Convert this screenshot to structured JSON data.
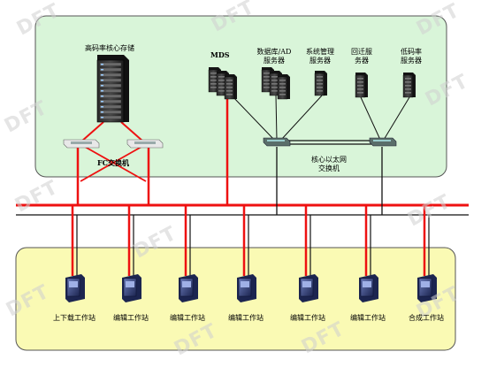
{
  "colors": {
    "top_panel": "#d9f5d9",
    "bottom_panel": "#fafab4",
    "fiber_line": "#ee1111",
    "ethernet_line": "#111111",
    "watermark": "#d0d0d0"
  },
  "watermark": "DFT",
  "core_storage": {
    "label": "高码率核心存储",
    "icon": "server-rack-icon"
  },
  "fc_switch": {
    "label": "FC交换机",
    "icon": "fc-switch-icon"
  },
  "servers": [
    {
      "label": "MDS"
    },
    {
      "label": "数据库/AD服务器"
    },
    {
      "label": "系统管理服务器"
    },
    {
      "label": "回迁服务器"
    },
    {
      "label": "低码率服务器"
    }
  ],
  "ethernet_switch": {
    "label": "核心以太网交换机"
  },
  "workstations": [
    {
      "label": "上下载工作站"
    },
    {
      "label": "编辑工作站"
    },
    {
      "label": "编辑工作站"
    },
    {
      "label": "编辑工作站"
    },
    {
      "label": "编辑工作站"
    },
    {
      "label": "编辑工作站"
    },
    {
      "label": "合成工作站"
    }
  ]
}
